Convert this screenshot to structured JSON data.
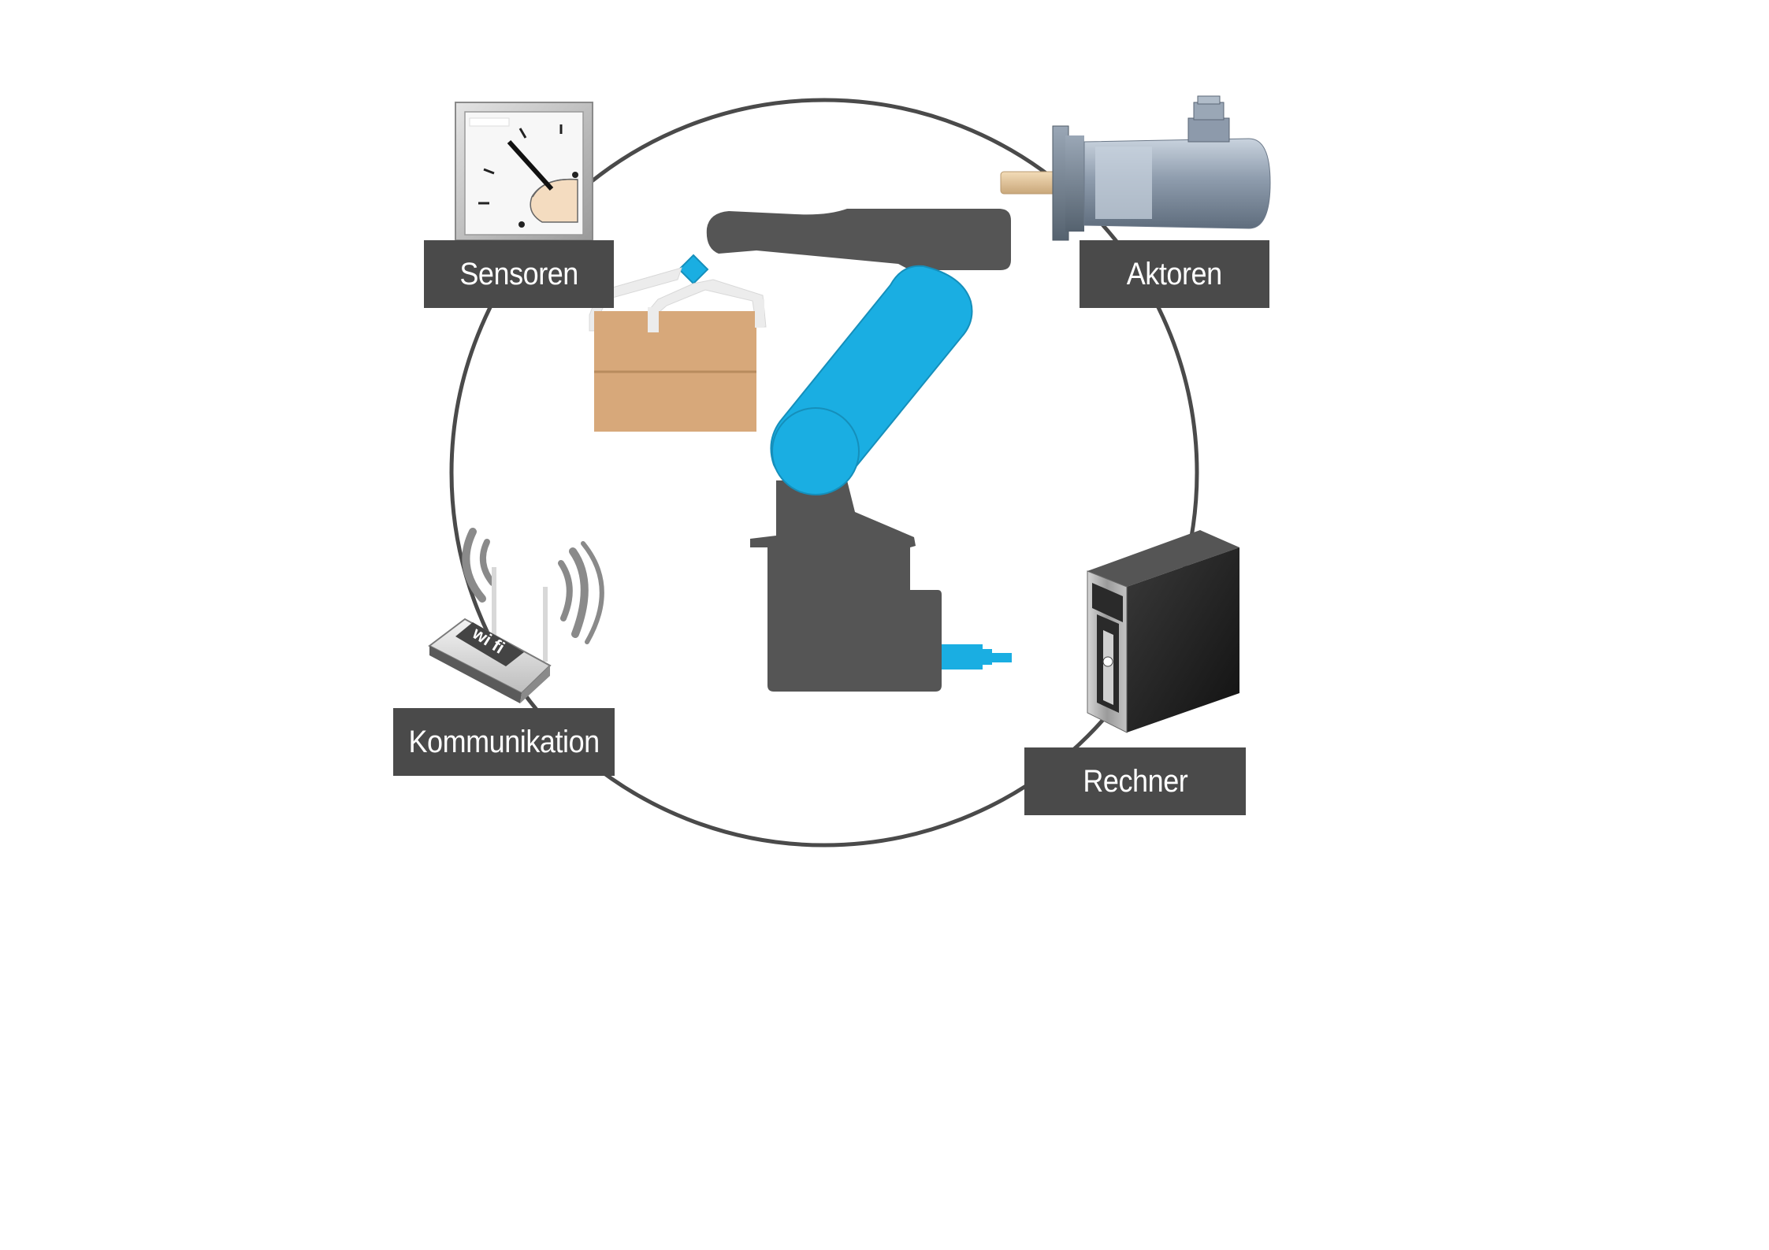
{
  "diagram": {
    "labels": {
      "sensoren": "Sensoren",
      "aktoren": "Aktoren",
      "kommunikation": "Kommunikation",
      "rechner": "Rechner"
    },
    "icons": {
      "center": "robot-arm-icon",
      "sensoren": "analog-gauge-icon",
      "aktoren": "servo-motor-icon",
      "kommunikation": "wifi-router-icon",
      "rechner": "computer-tower-icon",
      "payload": "cardboard-box-icon"
    },
    "router_text": "wi fi",
    "colors": {
      "label_bg": "#4a4a4a",
      "label_text": "#ffffff",
      "ring": "#4a4a4a",
      "robot_body": "#555555",
      "robot_arm": "#1aaee2",
      "box": "#d7a87a"
    }
  }
}
